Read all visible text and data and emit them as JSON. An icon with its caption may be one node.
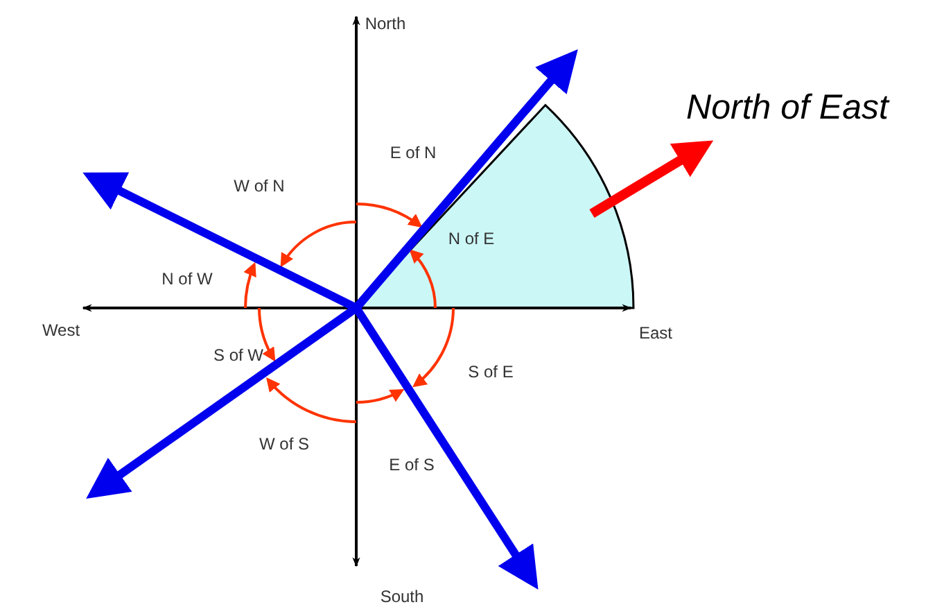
{
  "diagram": {
    "labels": [
      "North",
      "North of East",
      "E of N",
      "W of N",
      "N of E",
      "N of W",
      "West",
      "East",
      "S of W",
      "S of E",
      "W of S",
      "E of S",
      "South"
    ]
  }
}
